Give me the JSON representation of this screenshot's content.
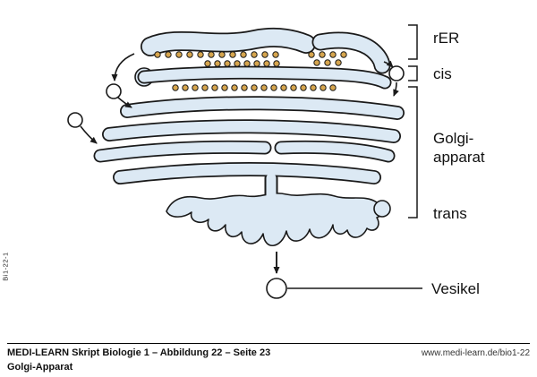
{
  "figure": {
    "side_code": "Bi1-22-1",
    "labels": {
      "rer": "rER",
      "cis": "cis",
      "golgi_line1": "Golgi-",
      "golgi_line2": "apparat",
      "trans": "trans",
      "vesikel": "Vesikel"
    }
  },
  "footer": {
    "caption": "MEDI-LEARN Skript Biologie 1 – Abbildung 22 – Seite 23",
    "url": "www.medi-learn.de/bio1-22",
    "title": "Golgi-Apparat"
  },
  "colors": {
    "membrane_fill": "#dce9f4",
    "outline": "#1a1a1a",
    "ribosome": "#d6a54e"
  }
}
